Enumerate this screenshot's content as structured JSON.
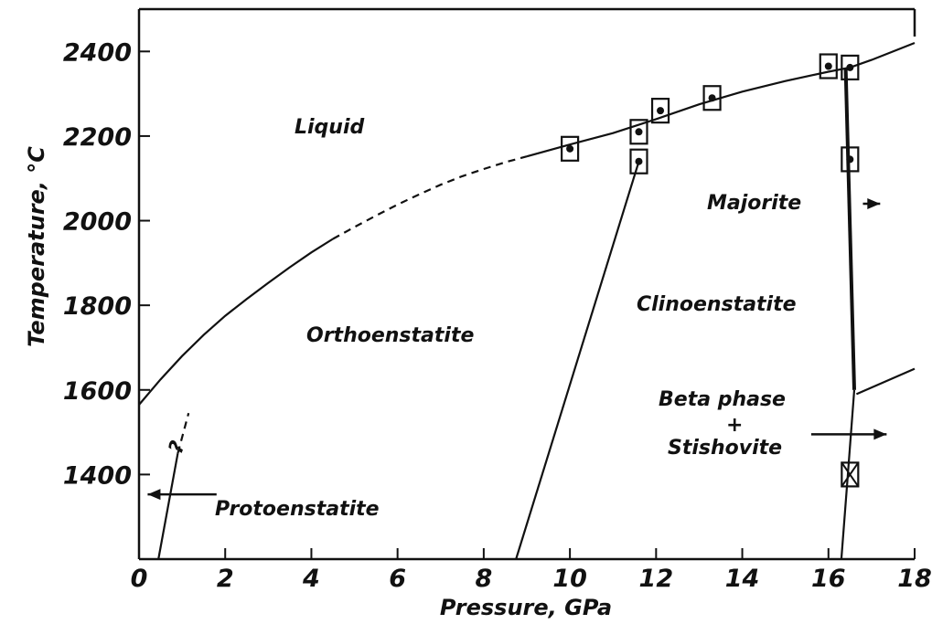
{
  "chart_data": {
    "type": "line",
    "xlabel": "Pressure, GPa",
    "ylabel": "Temperature, °C",
    "xlim": [
      0,
      18
    ],
    "ylim": [
      1200,
      2500
    ],
    "x_ticks": [
      "0",
      "2",
      "4",
      "6",
      "8",
      "10",
      "12",
      "14",
      "16",
      "18"
    ],
    "y_ticks": [
      "1400",
      "1600",
      "1800",
      "2000",
      "2200",
      "2400"
    ],
    "grid": false,
    "series": [
      {
        "role": "liquidus",
        "style": "solid",
        "points": [
          [
            0,
            1565
          ],
          [
            0.5,
            1625
          ],
          [
            1,
            1680
          ],
          [
            1.5,
            1730
          ],
          [
            2,
            1775
          ],
          [
            2.5,
            1815
          ],
          [
            3,
            1853
          ],
          [
            3.5,
            1890
          ],
          [
            4,
            1925
          ],
          [
            4.5,
            1957
          ]
        ]
      },
      {
        "role": "liquidus",
        "style": "dashed",
        "points": [
          [
            4.5,
            1957
          ],
          [
            5,
            1985
          ],
          [
            5.5,
            2012
          ],
          [
            6,
            2038
          ],
          [
            6.5,
            2062
          ],
          [
            7,
            2085
          ],
          [
            7.5,
            2105
          ],
          [
            8,
            2122
          ],
          [
            8.5,
            2138
          ],
          [
            9,
            2152
          ]
        ]
      },
      {
        "role": "liquidus",
        "style": "solid",
        "points": [
          [
            9,
            2152
          ],
          [
            10,
            2180
          ],
          [
            11,
            2207
          ],
          [
            12,
            2240
          ],
          [
            13,
            2275
          ],
          [
            14,
            2305
          ],
          [
            15,
            2330
          ],
          [
            16,
            2352
          ],
          [
            16.5,
            2362
          ],
          [
            17,
            2380
          ],
          [
            18,
            2420
          ]
        ]
      },
      {
        "role": "ortho-clino boundary",
        "style": "solid",
        "points": [
          [
            8.75,
            1200
          ],
          [
            11.6,
            2140
          ]
        ]
      },
      {
        "role": "clino-majorite boundary",
        "style": "thick",
        "points": [
          [
            16.4,
            2362
          ],
          [
            16.6,
            1600
          ]
        ]
      },
      {
        "role": "clino-beta boundary",
        "style": "solid",
        "points": [
          [
            16.6,
            1600
          ],
          [
            16.45,
            1400
          ],
          [
            16.3,
            1200
          ]
        ]
      },
      {
        "role": "majorite-beta boundary",
        "style": "solid",
        "points": [
          [
            16.65,
            1590
          ],
          [
            18,
            1650
          ]
        ]
      },
      {
        "role": "proto-ortho boundary",
        "style": "solid",
        "points": [
          [
            0.45,
            1200
          ],
          [
            0.9,
            1450
          ]
        ]
      },
      {
        "role": "proto-ortho boundary",
        "style": "dashed",
        "points": [
          [
            0.9,
            1450
          ],
          [
            1.15,
            1545
          ]
        ]
      }
    ],
    "boxed_points": [
      {
        "x": 10.0,
        "y": 2170
      },
      {
        "x": 11.6,
        "y": 2210
      },
      {
        "x": 11.6,
        "y": 2140
      },
      {
        "x": 12.1,
        "y": 2260
      },
      {
        "x": 13.3,
        "y": 2290
      },
      {
        "x": 16.0,
        "y": 2365
      },
      {
        "x": 16.5,
        "y": 2362
      },
      {
        "x": 16.5,
        "y": 2145
      },
      {
        "x": 16.5,
        "y": 1400,
        "crossed": true
      }
    ],
    "annotations": {
      "liquid": "Liquid",
      "orthoenstatite": "Orthoenstatite",
      "clinoenstatite": "Clinoenstatite",
      "majorite": "Majorite",
      "beta_phase": "Beta phase",
      "plus": "+",
      "stishovite": "Stishovite",
      "protoenstatite": "Protoenstatite",
      "question": "?"
    },
    "arrows": [
      {
        "label": "majorite",
        "from": [
          16.8,
          2040
        ],
        "to": [
          17.2,
          2040
        ]
      },
      {
        "label": "beta_phase",
        "from": [
          15.6,
          1495
        ],
        "to": [
          17.35,
          1495
        ]
      },
      {
        "label": "protoenstatite",
        "from": [
          1.8,
          1353
        ],
        "to": [
          0.2,
          1353
        ]
      }
    ]
  }
}
